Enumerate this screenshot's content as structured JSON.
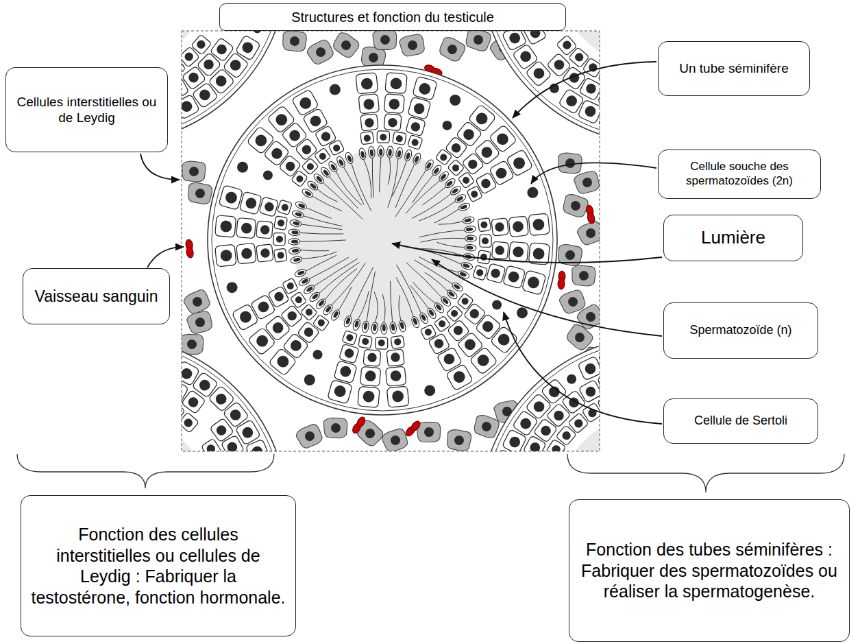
{
  "diagram": {
    "title": "Structures et fonction du testicule",
    "nodes": [
      {
        "text": [
          "Cellules interstitielles ou de Leydig"
        ]
      },
      {
        "text": [
          "Un tube séminifère"
        ]
      },
      {
        "text": [
          "Cellule souche des spermatozoïdes (2n)"
        ]
      },
      {
        "text": [
          "Lumière"
        ]
      },
      {
        "text": [
          "Vaisseau sanguin"
        ]
      },
      {
        "text": [
          "Spermatozoïde (n)"
        ]
      },
      {
        "text": [
          "Cellule de Sertoli"
        ]
      },
      {
        "text": [
          "Fonction des cellules interstitielles ou cellules de Leydig : Fabriquer la testostérone, fonction hormonale."
        ]
      },
      {
        "text": [
          "Fonction des tubes séminifères : Fabriquer des spermatozoïdes ou réaliser la spermatogenèse."
        ]
      }
    ]
  }
}
